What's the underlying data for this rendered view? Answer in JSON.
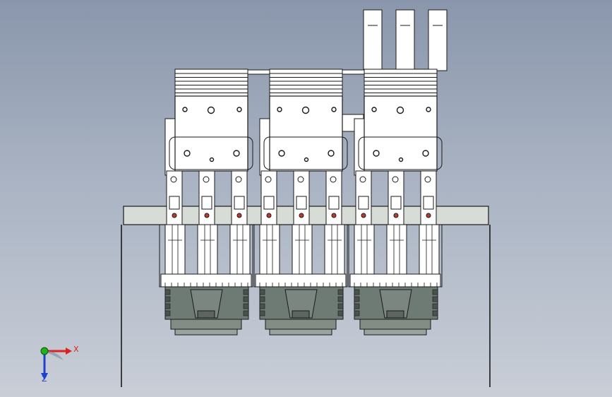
{
  "view": {
    "background_top": "#8a96ab",
    "background_bottom": "#c9ced7"
  },
  "model": {
    "part_color": "#ffffff",
    "edge_color": "#1a1a1a",
    "base_plate_color": "#d8dcd6",
    "motor_color": "#6e7a74",
    "marker_color": "#c0392b",
    "module_count": 3,
    "fingers_per_module": 3
  },
  "triad": {
    "x_label": "X",
    "z_label": "Z",
    "x_color": "#e02020",
    "y_color": "#20b020",
    "z_color": "#2040d0"
  }
}
